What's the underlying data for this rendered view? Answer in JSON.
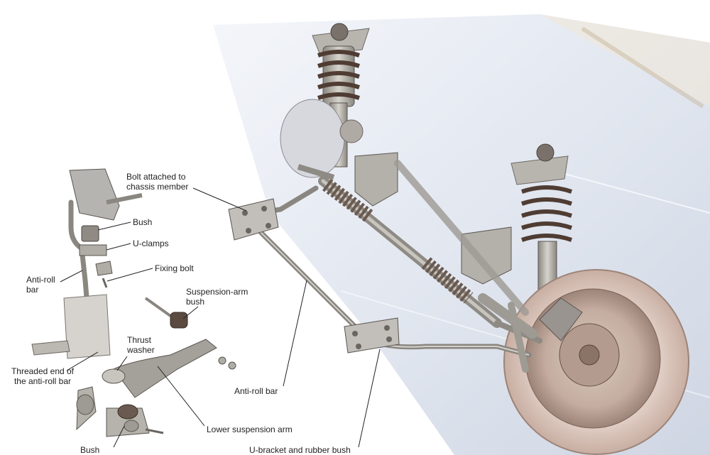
{
  "labels": {
    "bolt_attached": "Bolt attached to\nchassis member",
    "bush_top": "Bush",
    "u_clamps": "U-clamps",
    "fixing_bolt": "Fixing bolt",
    "anti_roll_bar_left": "Anti-roll\nbar",
    "suspension_arm_bush": "Suspension-arm\nbush",
    "thrust_washer": "Thrust\nwasher",
    "threaded_end": "Threaded end of\nthe anti-roll bar",
    "anti_roll_bar_center": "Anti-roll bar",
    "lower_suspension_arm": "Lower suspension arm",
    "bush_bottom": "Bush",
    "u_bracket": "U-bracket and rubber bush"
  },
  "colors": {
    "background": "#ffffff",
    "car_body": "#e6eaf2",
    "metal": "#a4a09a",
    "spring": "#5c4a40",
    "label_text": "#222222",
    "leader_line": "#222222"
  }
}
